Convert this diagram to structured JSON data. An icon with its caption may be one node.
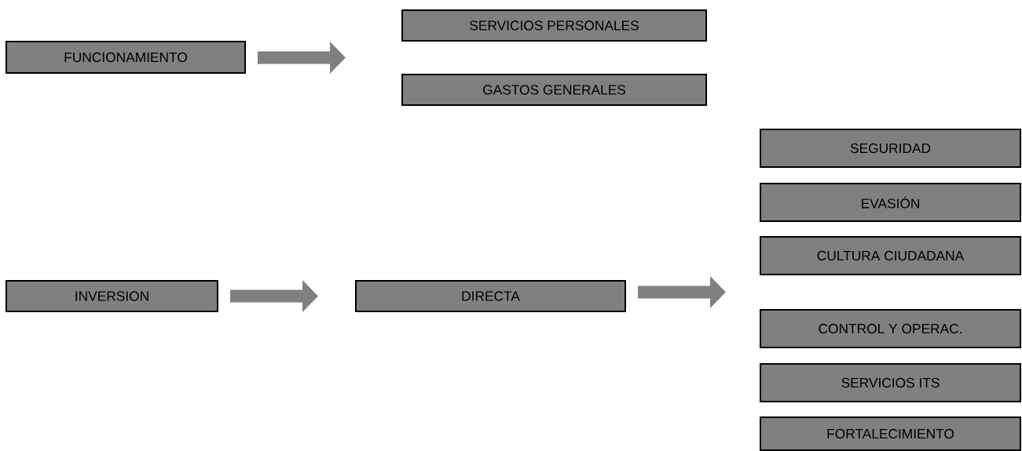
{
  "diagram": {
    "nodes": [
      {
        "text": [
          "FUNCIONAMIENTO"
        ]
      },
      {
        "text": [
          "SERVICIOS PERSONALES"
        ]
      },
      {
        "text": [
          "GASTOS GENERALES"
        ]
      },
      {
        "text": [
          "INVERSION"
        ]
      },
      {
        "text": [
          "DIRECTA"
        ]
      },
      {
        "text": [
          "SEGURIDAD"
        ]
      },
      {
        "text": [
          "EVASIÓN"
        ]
      },
      {
        "text": [
          "CULTURA CIUDADANA"
        ]
      },
      {
        "text": [
          "CONTROL Y OPERAC."
        ]
      },
      {
        "text": [
          "SERVICIOS ITS"
        ]
      },
      {
        "text": [
          "FORTALECIMIENTO"
        ]
      }
    ],
    "edges": [
      {
        "from": 0,
        "to": 1,
        "arrow": "to"
      },
      {
        "from": 0,
        "to": 2,
        "arrow": "to"
      },
      {
        "from": 3,
        "to": 4,
        "arrow": "to"
      },
      {
        "from": 4,
        "to": null,
        "arrow": "to"
      }
    ]
  }
}
